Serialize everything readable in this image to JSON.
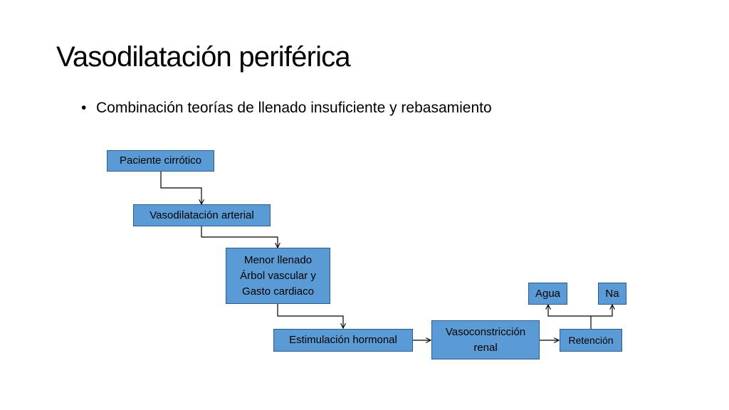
{
  "slide": {
    "title": "Vasodilatación periférica",
    "bullet": "Combinación teorías de llenado insuficiente y rebasamiento"
  },
  "diagram": {
    "colors": {
      "box_fill": "#5b9bd5",
      "box_border": "#2e5c8a",
      "connector": "#000000"
    },
    "nodes": {
      "paciente": "Paciente cirrótico",
      "vasodilatacion": "Vasodilatación arterial",
      "menor_llenado": "Menor llenado\nÁrbol vascular y\nGasto cardiaco",
      "estimulacion": "Estimulación hormonal",
      "vasoconstriccion": "Vasoconstricción\nrenal",
      "retencion": "Retención",
      "agua": "Agua",
      "na": "Na"
    }
  }
}
